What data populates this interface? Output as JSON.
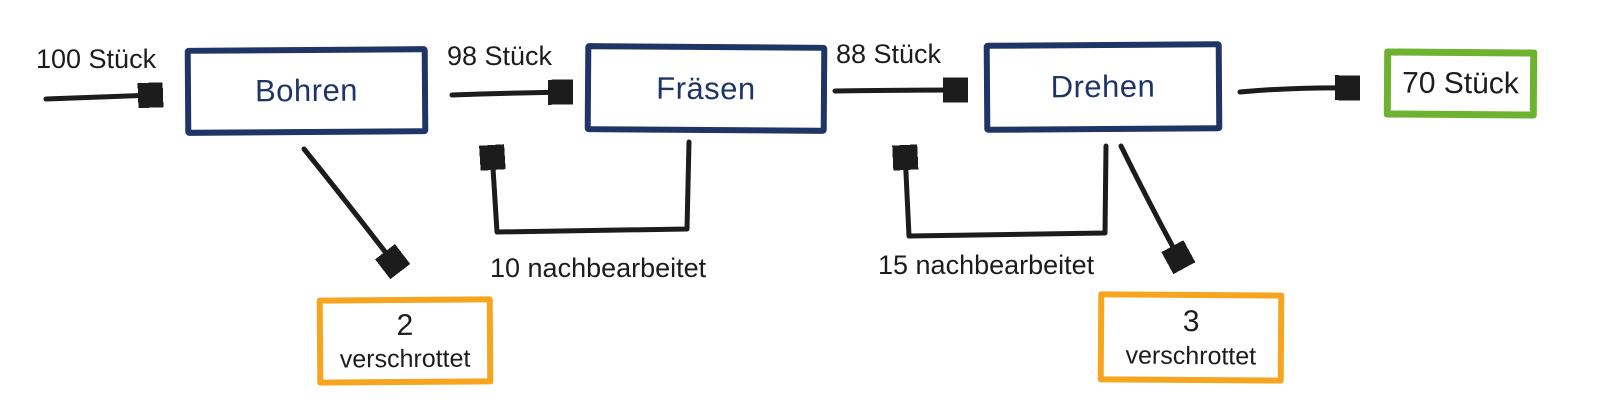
{
  "flow": {
    "input_label": "100 Stück",
    "after_bohren_label": "98 Stück",
    "after_fraesen_label": "88 Stück",
    "output_label": "70 Stück"
  },
  "stations": [
    {
      "label": "Bohren"
    },
    {
      "label": "Fräsen"
    },
    {
      "label": "Drehen"
    }
  ],
  "rework": [
    {
      "label": "10 nachbearbeitet"
    },
    {
      "label": "15 nachbearbeitet"
    }
  ],
  "scrap": [
    {
      "count": "2",
      "label": "verschrottet"
    },
    {
      "count": "3",
      "label": "verschrottet"
    }
  ],
  "colors": {
    "station_border": "#1e3566",
    "station_text": "#1e3566",
    "scrap_border": "#f7a41f",
    "output_border": "#6db32f",
    "arrow": "#1c1c1c",
    "text": "#1c1c1c",
    "background": "#ffffff"
  }
}
